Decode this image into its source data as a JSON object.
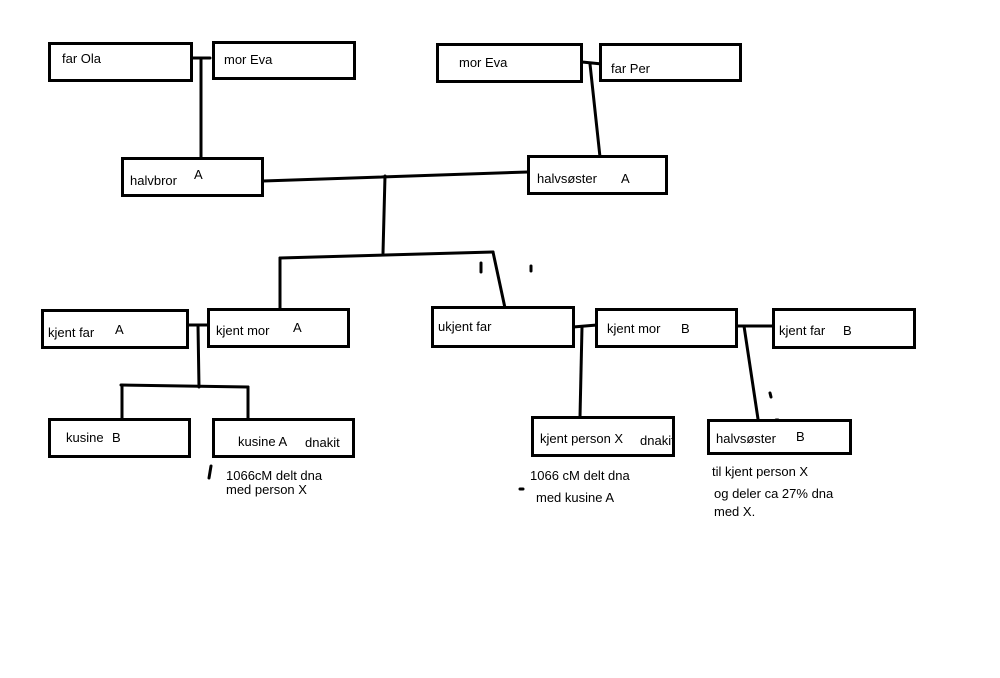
{
  "people": {
    "far_ola": {
      "name": "far Ola"
    },
    "mor_eva_left": {
      "name": "mor Eva"
    },
    "mor_eva_right": {
      "name": "mor Eva"
    },
    "far_per": {
      "name": "far Per"
    },
    "halvbror_a": {
      "name": "halvbror",
      "tag": "A"
    },
    "halvsoster_a": {
      "name": "halvsøster",
      "tag": "A"
    },
    "kjent_far_a": {
      "name": "kjent far",
      "tag": "A"
    },
    "kjent_mor_a": {
      "name": "kjent mor",
      "tag": "A"
    },
    "ukjent_far": {
      "name": "ukjent far"
    },
    "kjent_mor_b": {
      "name": "kjent mor",
      "tag": "B"
    },
    "kjent_far_b": {
      "name": "kjent far",
      "tag": "B"
    },
    "kusine_b": {
      "name": "kusine",
      "tag": "B"
    },
    "kusine_a": {
      "name": "kusine A",
      "tag": "dnakit"
    },
    "kjent_person_x": {
      "name": "kjent person X",
      "tag": "dnakit"
    },
    "halvsoster_b": {
      "name": "halvsøster",
      "tag": "B"
    }
  },
  "notes": {
    "kusine_a": [
      "1066cM delt dna",
      "med person X"
    ],
    "kjent_person_x": [
      "1066 cM delt dna",
      "med kusine A"
    ],
    "halvsoster_b": [
      "til kjent person X",
      "og deler ca 27% dna",
      "med X."
    ]
  }
}
